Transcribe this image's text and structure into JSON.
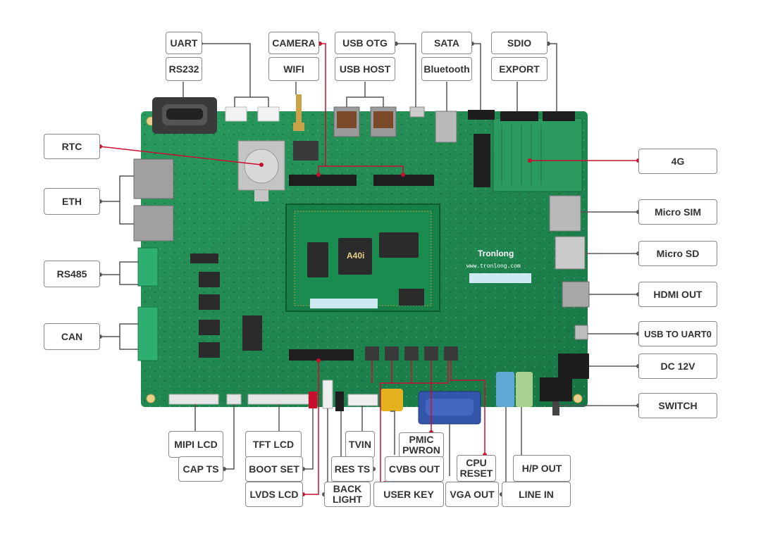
{
  "brand": "Tronlong",
  "brand_url": "www.tronlong.com",
  "soc_mark": "A40i",
  "labels": {
    "uart": "UART",
    "rs232": "RS232",
    "camera": "CAMERA",
    "wifi": "WIFI",
    "usb_otg": "USB OTG",
    "usb_host": "USB HOST",
    "sata": "SATA",
    "bluetooth": "Bluetooth",
    "sdio": "SDIO",
    "export": "EXPORT",
    "rtc": "RTC",
    "eth": "ETH",
    "rs485": "RS485",
    "can": "CAN",
    "lte_4g": "4G",
    "micro_sim": "Micro SIM",
    "micro_sd": "Micro SD",
    "hdmi_out": "HDMI OUT",
    "usb_to_uart0": "USB TO UART0",
    "dc_12v": "DC 12V",
    "switch": "SWITCH",
    "mipi_lcd": "MIPI LCD",
    "cap_ts": "CAP TS",
    "tft_lcd": "TFT LCD",
    "boot_set": "BOOT SET",
    "lvds_lcd": "LVDS LCD",
    "back_light": "BACK\nLIGHT",
    "tvin": "TVIN",
    "res_ts": "RES TS",
    "pmic_pwron": "PMIC\nPWRON",
    "cvbs_out": "CVBS OUT",
    "user_key": "USER KEY",
    "cpu_reset": "CPU\nRESET",
    "vga_out": "VGA OUT",
    "hp_out": "H/P OUT",
    "line_in": "LINE IN"
  },
  "colors": {
    "pcb": "#1f8a52",
    "pcb_dark": "#166b3d",
    "leader": "#555555",
    "leader_red": "#c8102e",
    "label_border": "#8a8a8a"
  }
}
